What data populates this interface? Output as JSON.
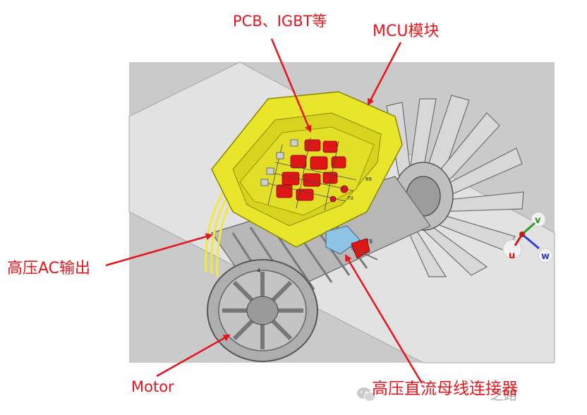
{
  "labels": {
    "pcb_igbt": "PCB、IGBT等",
    "mcu_module": "MCU模块",
    "hv_ac_output": "高压AC输出",
    "motor": "Motor",
    "hv_dc_bus_connector": "高压直流母线连接器"
  },
  "axes": {
    "u": "u",
    "v": "v",
    "w": "w"
  },
  "component_ids": {
    "a": "4",
    "b": "78",
    "c": "86",
    "d": "70"
  },
  "watermark": {
    "text": "之路"
  },
  "colors": {
    "annotation_red": "#e8141b",
    "housing_yellow": "#e9e52a",
    "component_red": "#e01515",
    "connector_blue": "#8fc3e6",
    "background_gray": "#c9c9c9"
  }
}
